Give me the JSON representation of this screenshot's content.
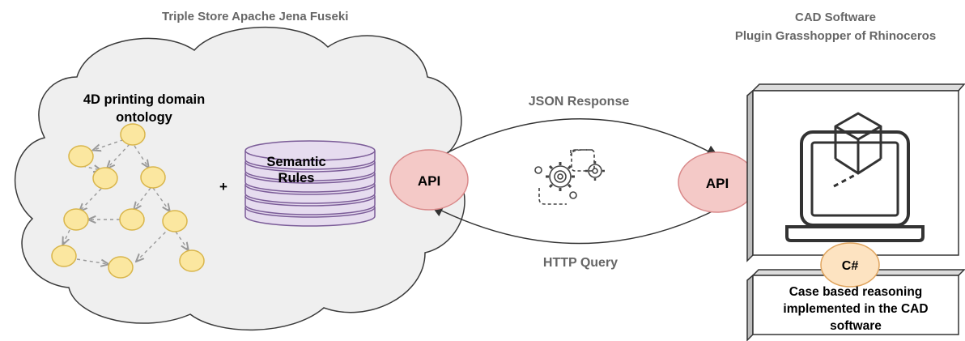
{
  "left_title": "Triple Store Apache Jena Fuseki",
  "right_title": [
    "CAD Software",
    "Plugin Grasshopper of Rhinoceros"
  ],
  "ontology_label": [
    "4D printing domain",
    "ontology"
  ],
  "plus_sign": "+",
  "rules_label": [
    "Semantic",
    "Rules"
  ],
  "api_left": "API",
  "api_right": "API",
  "json_response": "JSON Response",
  "http_query": "HTTP Query",
  "csharp_badge": "C#",
  "cbr_label": [
    "Case based reasoning",
    "implemented in the CAD",
    "software"
  ],
  "colors": {
    "node_fill": "#fbe7a0",
    "node_stroke": "#d9b64c",
    "api_fill": "#f4c9c7",
    "api_stroke": "#d9898a",
    "rules_fill": "#e6dcef",
    "rules_stroke": "#7b5c98",
    "csharp_fill": "#fde3c1",
    "csharp_stroke": "#e0a55f",
    "text_grey": "#666666",
    "line_grey": "#444444"
  },
  "icons": [
    "cloud-icon",
    "database-icon",
    "gears-icon",
    "laptop-icon",
    "cube-icon"
  ]
}
